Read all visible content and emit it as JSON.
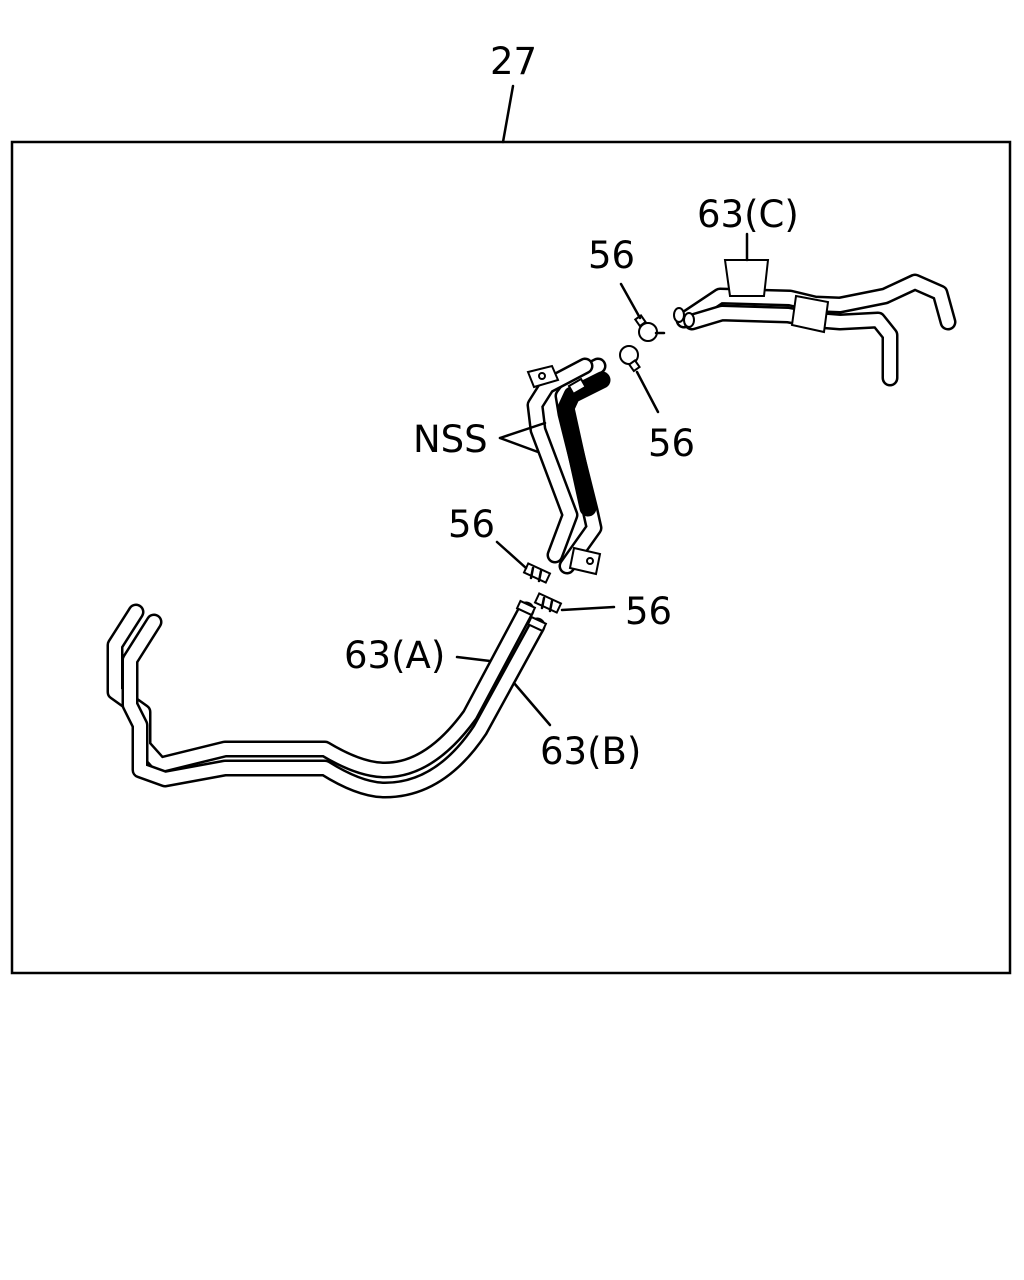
{
  "labels": {
    "assembly": "27",
    "hose_c": "63(C)",
    "clamp_top": "56",
    "clamp_mid_right": "56",
    "nss": "NSS",
    "clamp_left": "56",
    "clamp_right": "56",
    "hose_a": "63(A)",
    "hose_b": "63(B)"
  }
}
